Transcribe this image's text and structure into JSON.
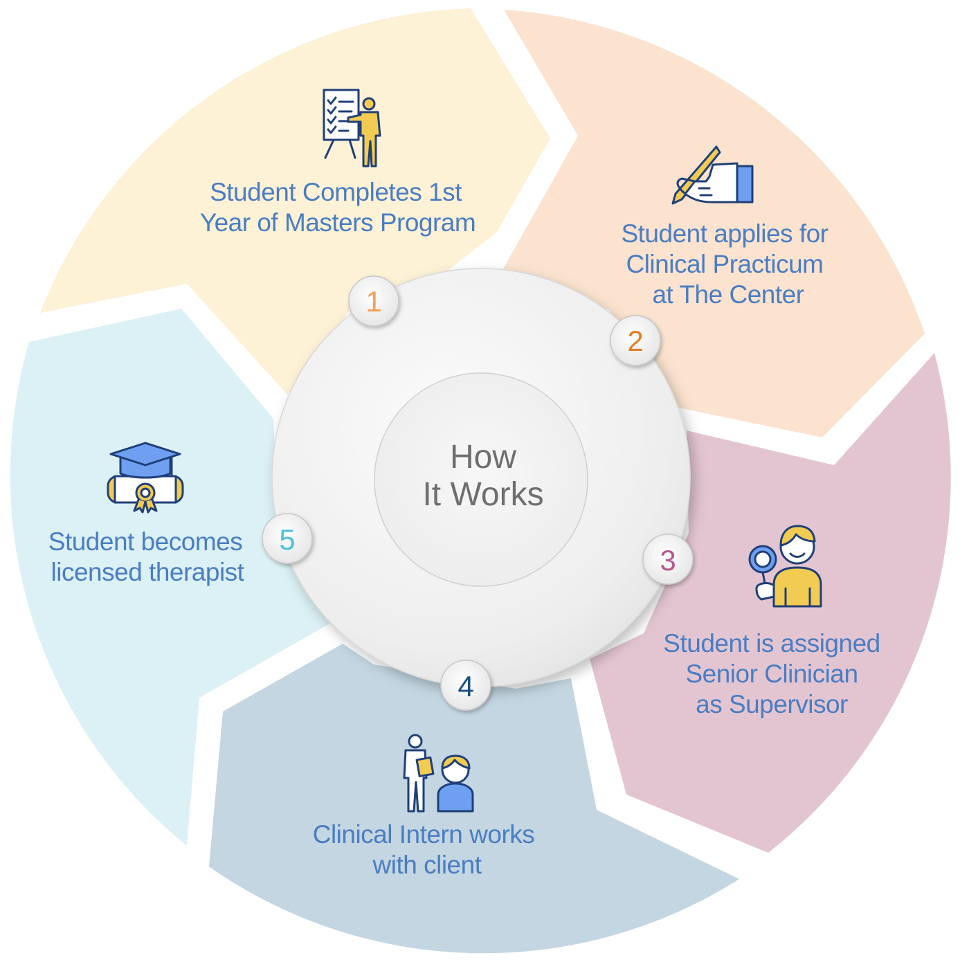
{
  "hub": {
    "title_line1": "How",
    "title_line2": "It Works"
  },
  "colors": {
    "segment_1": "#fdf1d6",
    "segment_2": "#fbe3cf",
    "segment_3": "#e3c5d1",
    "segment_4": "#c3d6e1",
    "segment_5": "#dbf1f5",
    "text_blue": "#4a7dc2",
    "badge_1": "#f5a05a",
    "badge_2": "#e07f22",
    "badge_3": "#b5588f",
    "badge_4": "#1c4f7d",
    "badge_5": "#4fc0d8"
  },
  "steps": [
    {
      "number": "1",
      "icon": "presentation-board-icon",
      "line1": "Student Completes 1st",
      "line2": "Year of Masters Program"
    },
    {
      "number": "2",
      "icon": "hand-writing-pen-icon",
      "line1": "Student applies for",
      "line2": "Clinical Practicum",
      "line3": "at The Center"
    },
    {
      "number": "3",
      "icon": "person-magnifier-icon",
      "line1": "Student is assigned",
      "line2": "Senior Clinician",
      "line3": "as Supervisor"
    },
    {
      "number": "4",
      "icon": "intern-with-client-icon",
      "line1": "Clinical Intern works",
      "line2": "with client"
    },
    {
      "number": "5",
      "icon": "graduation-diploma-icon",
      "line1": "Student becomes",
      "line2": "licensed therapist"
    }
  ]
}
